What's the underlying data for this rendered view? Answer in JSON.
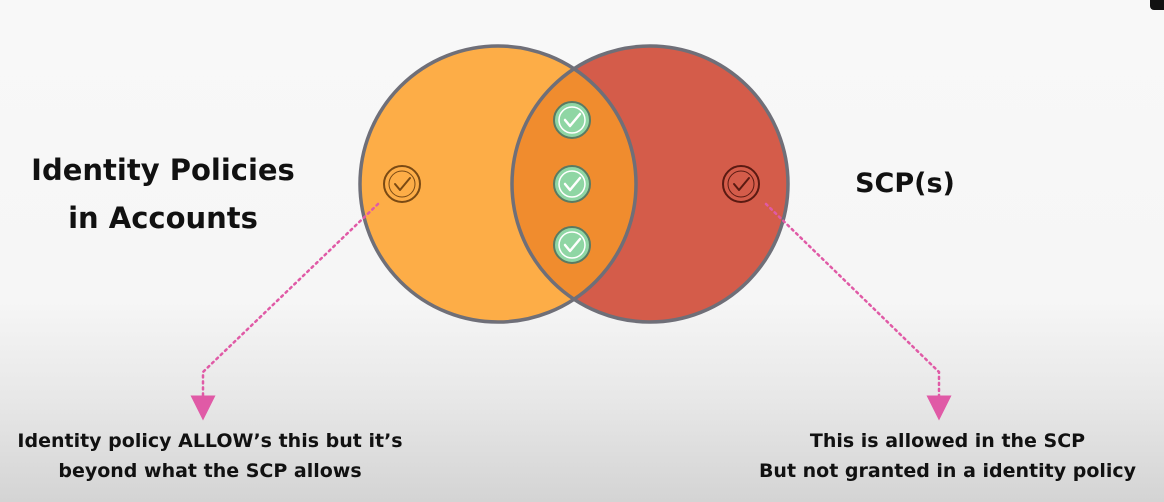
{
  "left_circle_label": [
    "Identity Policies",
    "in Accounts"
  ],
  "right_circle_label": "SCP(s)",
  "left_note": [
    "Identity policy ALLOW’s this but it’s",
    "beyond what the SCP allows"
  ],
  "right_note": [
    "This is allowed in the SCP",
    "But not granted in a identity policy"
  ],
  "colors": {
    "left_circle": "#fdad47",
    "right_circle": "#d45c4a",
    "overlap": "#f08c2e",
    "outline": "#6f6f78",
    "check_green": "#8fd6a4",
    "arrow": "#e05aa6"
  },
  "icons": {
    "overlap_checks": [
      "check-circle-icon",
      "check-circle-icon",
      "check-circle-icon"
    ],
    "left_only_check": "check-circle-icon",
    "right_only_check": "check-circle-icon"
  }
}
